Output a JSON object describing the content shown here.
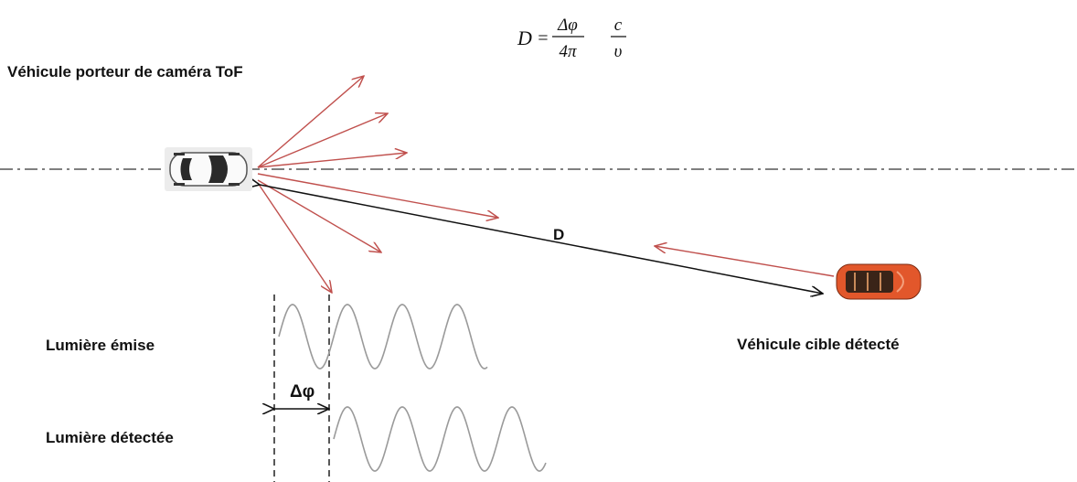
{
  "formula": {
    "lhs": "D",
    "equals": "=",
    "num1": "Δφ",
    "den1": "4π",
    "num2": "c",
    "den2": "υ"
  },
  "labels": {
    "carrier_vehicle": "Véhicule porteur de caméra ToF",
    "target_vehicle": "Véhicule cible détecté",
    "distance": "D",
    "emitted_light": "Lumière émise",
    "detected_light": "Lumière détectée",
    "phase_shift": "Δφ"
  },
  "colors": {
    "beam": "#c0504d",
    "distance_line": "#111111",
    "wave": "#9a9a9a",
    "target_car": "#e2572b"
  }
}
